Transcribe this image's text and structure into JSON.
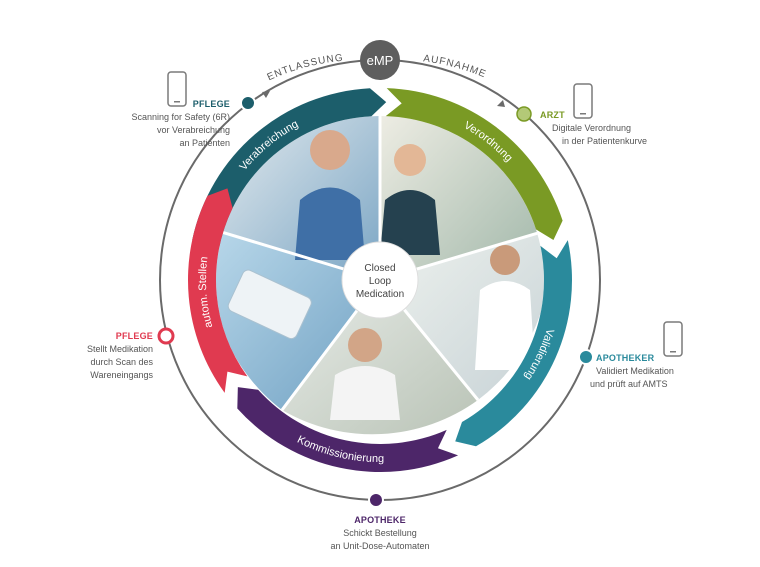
{
  "hub": {
    "label": "eMP",
    "left_arc": "ENTLASSUNG",
    "right_arc": "AUFNAHME"
  },
  "center": {
    "line1": "Closed",
    "line2": "Loop",
    "line3": "Medication"
  },
  "segments": [
    {
      "label": "Verabreichung",
      "color": "#1c5e6b"
    },
    {
      "label": "Verordnung",
      "color": "#7a9a24"
    },
    {
      "label": "Validierung",
      "color": "#2a8a9c"
    },
    {
      "label": "Kommissionierung",
      "color": "#4d2669"
    },
    {
      "label": "autom. Stellen",
      "color": "#e03a50"
    }
  ],
  "stations": {
    "pflege_top": {
      "role": "PFLEGE",
      "line1": "Scanning for Safety (6R)",
      "line2": "vor Verabreichung",
      "line3": "an Patienten",
      "color": "#1c5e6b"
    },
    "arzt": {
      "role": "ARZT",
      "line1": "Digitale Verordnung",
      "line2": "in der Patientenkurve",
      "color": "#7a9a24"
    },
    "apotheker": {
      "role": "APOTHEKER",
      "line1": "Validiert Medikation",
      "line2": "und prüft auf AMTS",
      "color": "#2a8a9c"
    },
    "apotheke": {
      "role": "APOTHEKE",
      "line1": "Schickt Bestellung",
      "line2": "an Unit-Dose-Automaten",
      "color": "#4d2669"
    },
    "pflege_left": {
      "role": "PFLEGE",
      "line1": "Stellt Medikation",
      "line2": "durch Scan des",
      "line3": "Wareneingangs",
      "color": "#e03a50"
    }
  }
}
